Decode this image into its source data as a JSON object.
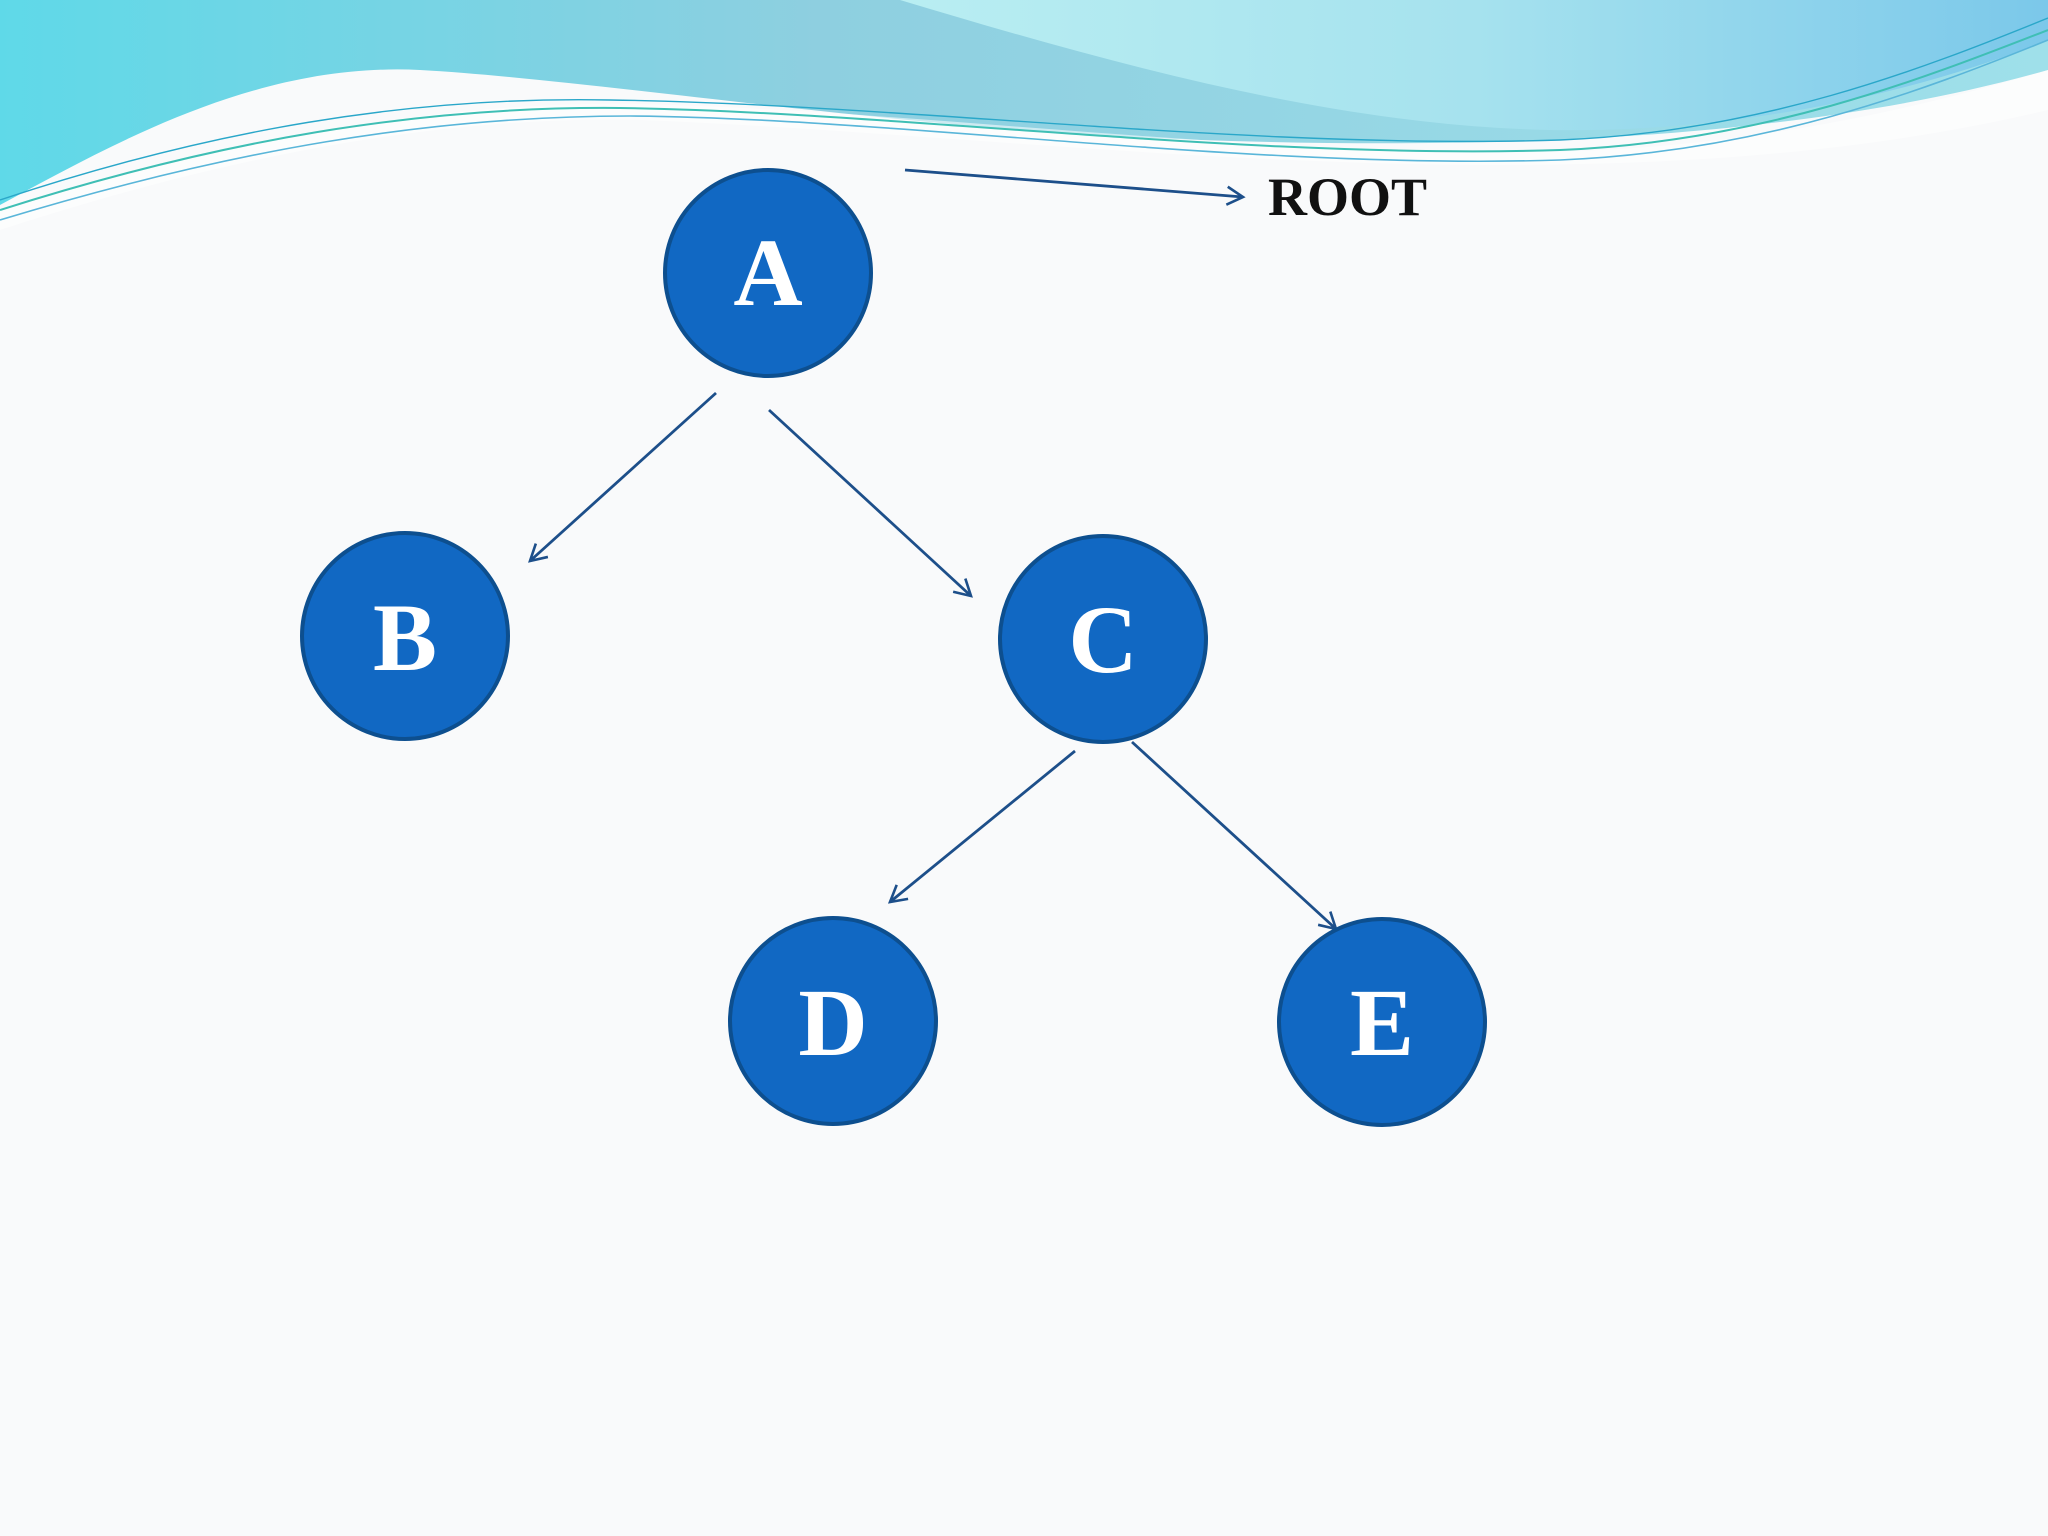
{
  "diagram": {
    "root_label": "ROOT",
    "nodes": [
      {
        "id": "a",
        "label": "A"
      },
      {
        "id": "b",
        "label": "B"
      },
      {
        "id": "c",
        "label": "C"
      },
      {
        "id": "d",
        "label": "D"
      },
      {
        "id": "e",
        "label": "E"
      }
    ],
    "edges": [
      {
        "from": "A",
        "to": "B"
      },
      {
        "from": "A",
        "to": "C"
      },
      {
        "from": "C",
        "to": "D"
      },
      {
        "from": "C",
        "to": "E"
      }
    ]
  },
  "colors": {
    "node_fill": "#1168c3",
    "node_stroke": "#0d4f8f",
    "edge": "#1d4f8a",
    "wave_light": "#a8e3ec",
    "wave_mid": "#7fd0e4",
    "wave_dark": "#53b7e0"
  }
}
